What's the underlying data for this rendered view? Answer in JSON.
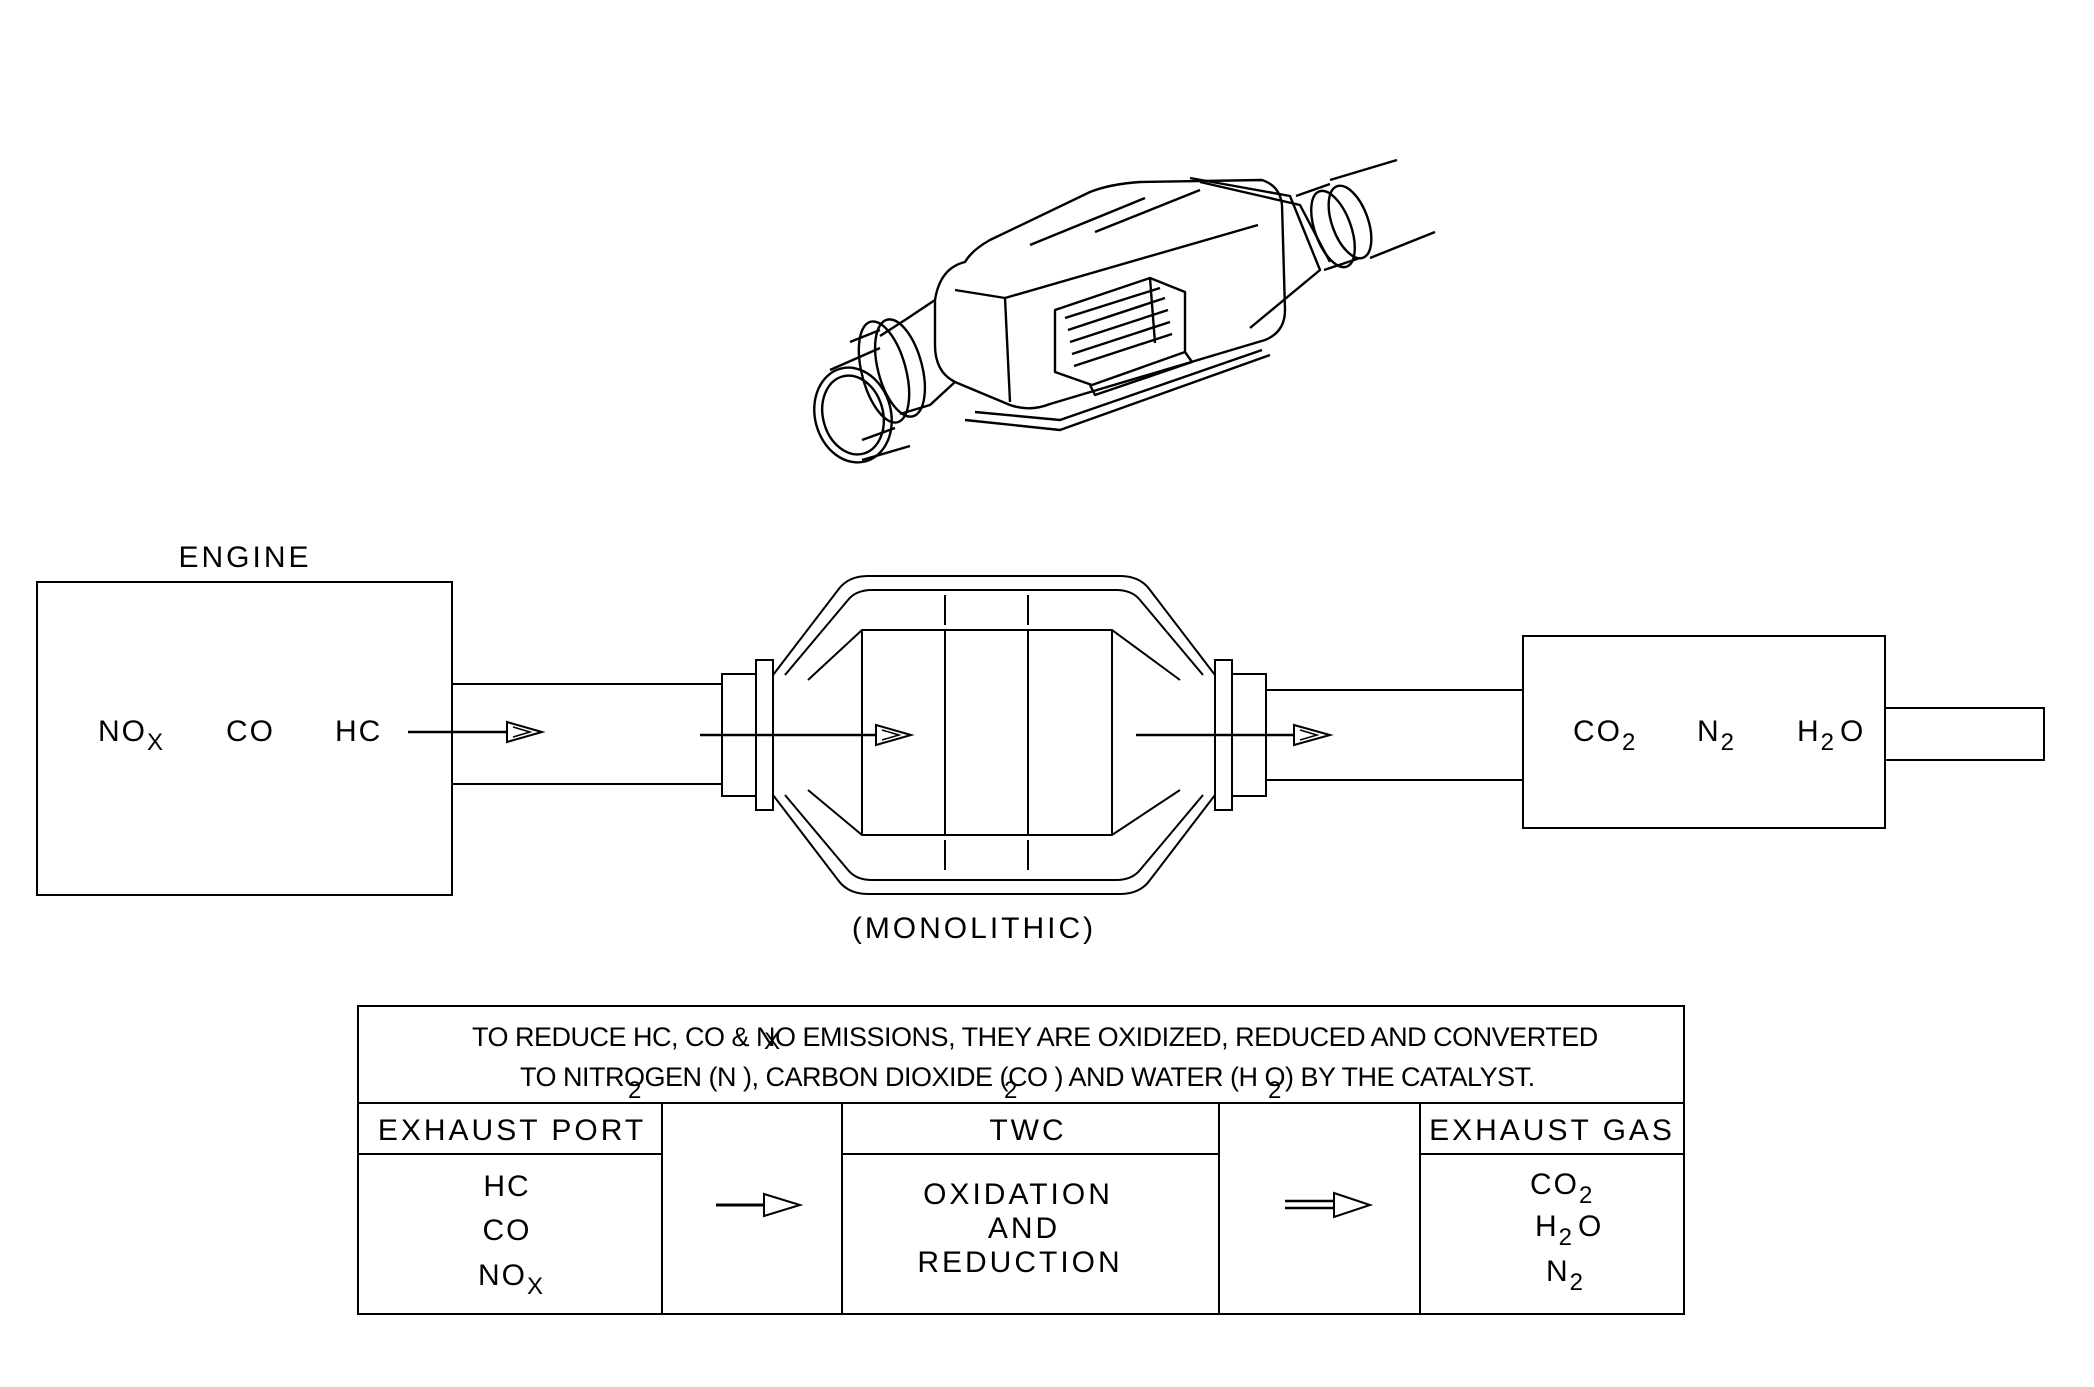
{
  "diagram": {
    "engine_label": "ENGINE",
    "monolithic_label": "(MONOLITHIC)",
    "engine_gases": {
      "nox": {
        "main": "NO",
        "sub": "X"
      },
      "co": "CO",
      "hc": "HC"
    },
    "outlet_gases": {
      "co2": {
        "main": "CO",
        "sub": "2"
      },
      "n2": {
        "main": "N",
        "sub": "2"
      },
      "h2o": {
        "pre": "H",
        "sub": "2",
        "post": "O"
      }
    }
  },
  "table": {
    "note": {
      "line1": "TO REDUCE HC, CO & NO EMISSIONS, THEY ARE OXIDIZED,   REDUCED AND CONVERTED",
      "line1_sub": "X",
      "line2": "TO NITROGEN (N ), CARBON DIOXIDE (CO ) AND WATER (H O) BY THE CATALYST.",
      "line2_subs": [
        "2",
        "2",
        "2"
      ]
    },
    "columns": {
      "exhaust_port": "EXHAUST PORT",
      "twc": "TWC",
      "exhaust_gas": "EXHAUST GAS"
    },
    "exhaust_port_items": {
      "hc": "HC",
      "co": "CO",
      "nox": {
        "main": "NO",
        "sub": "X"
      }
    },
    "twc_lines": [
      "OXIDATION",
      "AND",
      "REDUCTION"
    ],
    "exhaust_gas_items": {
      "co2": {
        "main": "CO",
        "sub": "2"
      },
      "h2o": {
        "pre": "H",
        "sub": "2",
        "post": "O"
      },
      "n2": {
        "main": "N",
        "sub": "2"
      }
    }
  }
}
